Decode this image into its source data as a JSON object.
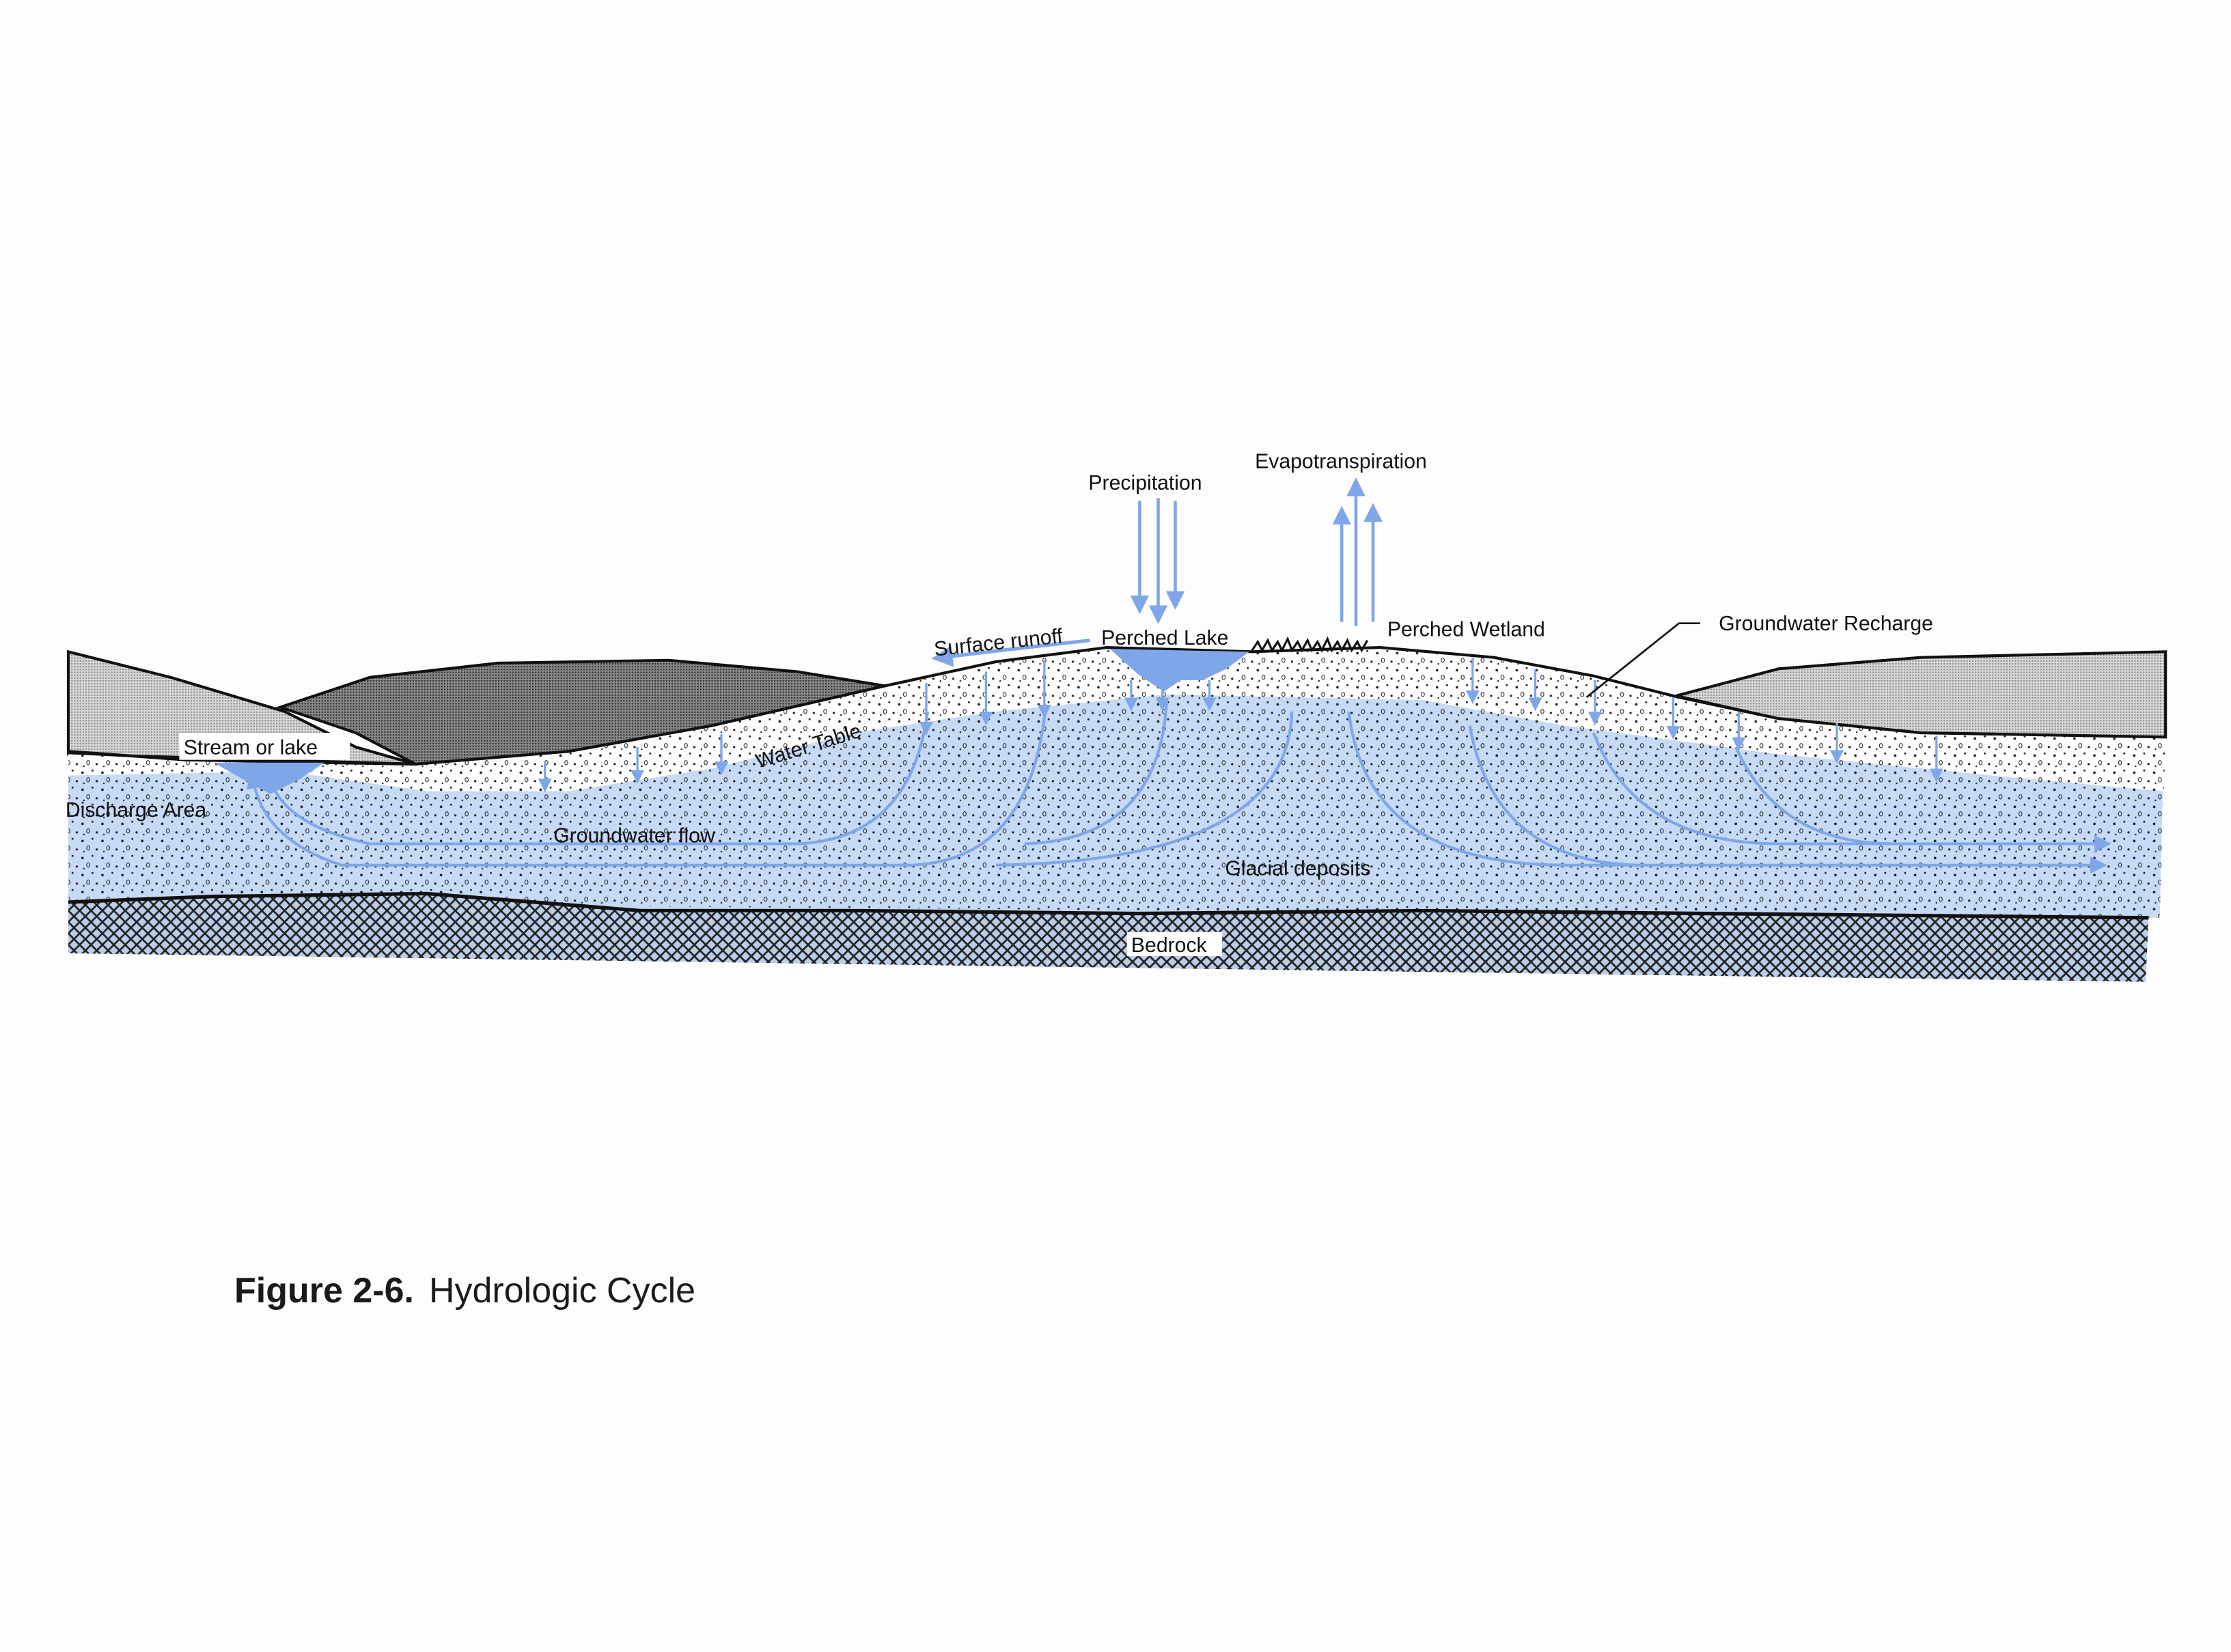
{
  "labels": {
    "precipitation": "Precipitation",
    "evapotranspiration": "Evapotranspiration",
    "surface_runoff": "Surface runoff",
    "perched_lake": "Perched Lake",
    "perched_wetland": "Perched Wetland",
    "groundwater_recharge": "Groundwater Recharge",
    "stream_or_lake": "Stream or lake",
    "discharge_area": "Discharge Area",
    "water_table": "Water Table",
    "groundwater_flow": "Groundwater flow",
    "glacial_deposits": "Glacial deposits",
    "bedrock": "Bedrock"
  },
  "caption": {
    "number": "Figure 2-6.",
    "title": "Hydrologic Cycle"
  },
  "colors": {
    "water": "#7fa6e8",
    "saturated": "#c6daf5",
    "hill_dark": "#5a5a5a",
    "hill_light": "#b8b8b8"
  }
}
